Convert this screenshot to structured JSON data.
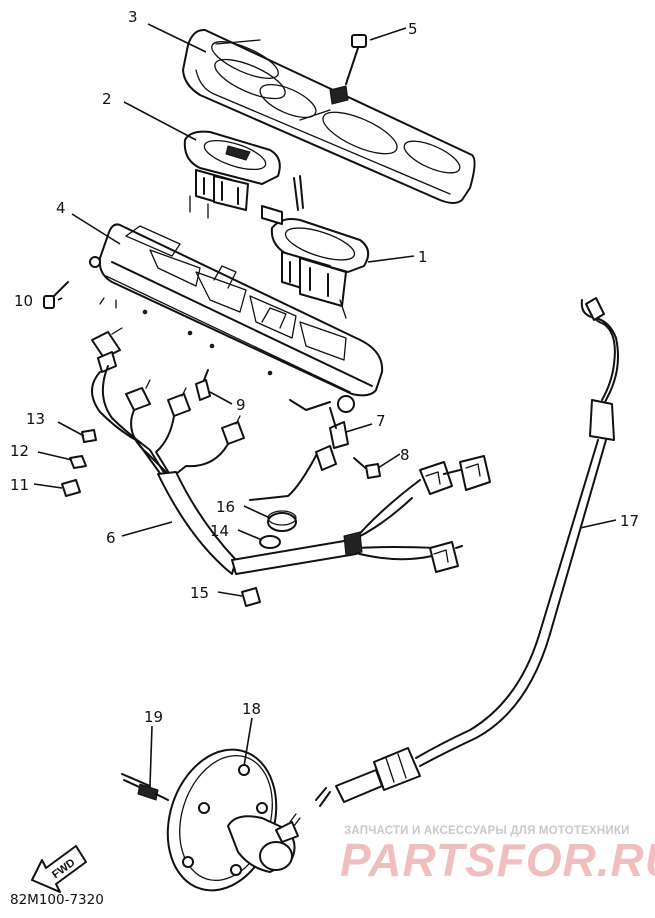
{
  "diagram": {
    "callouts": [
      {
        "id": "label-1",
        "text": "1"
      },
      {
        "id": "label-2",
        "text": "2"
      },
      {
        "id": "label-3",
        "text": "3"
      },
      {
        "id": "label-4",
        "text": "4"
      },
      {
        "id": "label-5",
        "text": "5"
      },
      {
        "id": "label-6",
        "text": "6"
      },
      {
        "id": "label-7",
        "text": "7"
      },
      {
        "id": "label-8",
        "text": "8"
      },
      {
        "id": "label-9",
        "text": "9"
      },
      {
        "id": "label-10",
        "text": "10"
      },
      {
        "id": "label-11",
        "text": "11"
      },
      {
        "id": "label-12",
        "text": "12"
      },
      {
        "id": "label-13",
        "text": "13"
      },
      {
        "id": "label-14",
        "text": "14"
      },
      {
        "id": "label-15",
        "text": "15"
      },
      {
        "id": "label-16",
        "text": "16"
      },
      {
        "id": "label-17",
        "text": "17"
      },
      {
        "id": "label-18",
        "text": "18"
      },
      {
        "id": "label-19",
        "text": "19"
      }
    ],
    "drawing_code": "82M100-7320",
    "direction_arrow": "FWD"
  },
  "watermark": {
    "tagline": "ЗАПЧАСТИ И АКСЕССУАРЫ ДЛЯ МОТОТЕХНИКИ",
    "brand": "PARTSFOR.RU"
  }
}
